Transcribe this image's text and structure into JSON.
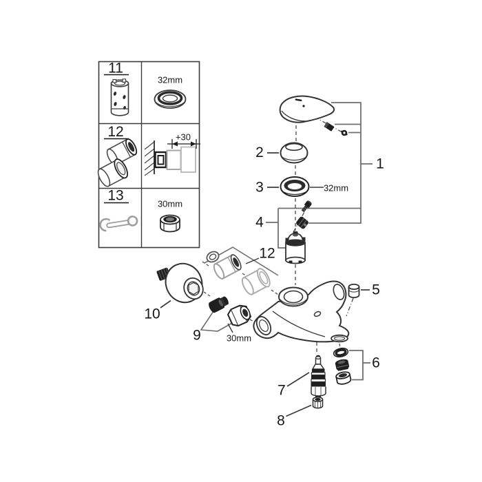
{
  "table": {
    "rows": [
      {
        "ref": "11",
        "note": "32mm"
      },
      {
        "ref": "12",
        "note": "+30"
      },
      {
        "ref": "13",
        "note": "30mm"
      }
    ]
  },
  "callouts": {
    "c1": "1",
    "c2": "2",
    "c3": "3",
    "c4": "4",
    "c5": "5",
    "c6": "6",
    "c7": "7",
    "c8": "8",
    "c9": "9",
    "c10": "10",
    "c12": "12"
  },
  "dimensions": {
    "ring_nut": "32mm",
    "union_nut": "30mm"
  },
  "icons": {
    "cartridge-tool-icon": "perforated cylinder service tool",
    "ring-32-icon": "32mm ring nut",
    "escutcheon-pair-icon": "two cover sleeves",
    "wall-mount-icon": "hatched wall with extension fitting",
    "wrench-icon": "combination spanner",
    "nut-30-icon": "30mm hex nut"
  },
  "colors": {
    "line": "#3a3a3a",
    "dark": "#1f1f1f",
    "gray_part": "#9e9e9e",
    "bracket": "#6f6f6f",
    "background": "#ffffff"
  }
}
